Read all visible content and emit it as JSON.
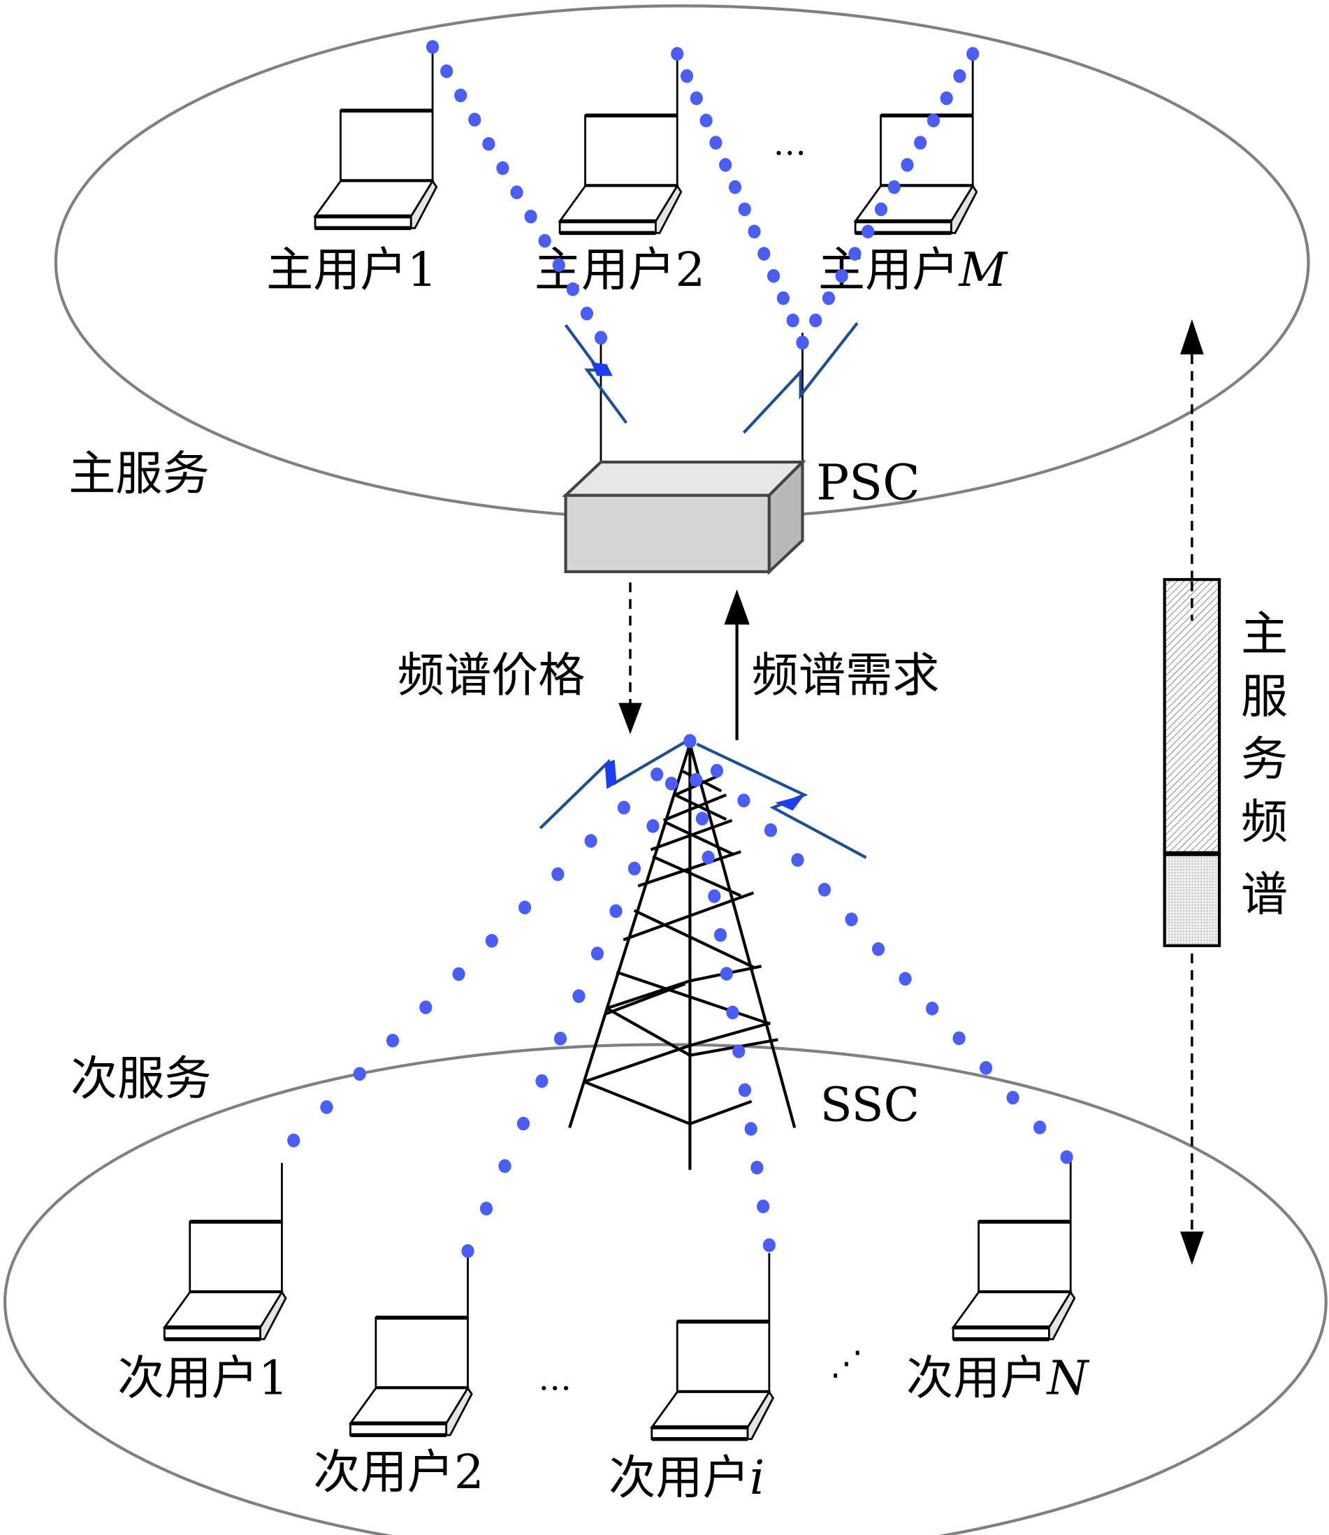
{
  "regions": {
    "primary_service": "主服务",
    "secondary_service": "次服务"
  },
  "primary_users": [
    {
      "prefix": "主用户",
      "index": "1",
      "italic": false
    },
    {
      "prefix": "主用户",
      "index": "2",
      "italic": false
    },
    {
      "prefix": "主用户",
      "index": "M",
      "italic": true
    }
  ],
  "secondary_users": [
    {
      "prefix": "次用户",
      "index": "1",
      "italic": false
    },
    {
      "prefix": "次用户",
      "index": "2",
      "italic": false
    },
    {
      "prefix": "次用户",
      "index": "i",
      "italic": true
    },
    {
      "prefix": "次用户",
      "index": "N",
      "italic": true
    }
  ],
  "ellipsis": "…",
  "nodes": {
    "psc": "PSC",
    "ssc": "SSC"
  },
  "flows": {
    "price": "频谱价格",
    "demand": "频谱需求"
  },
  "spectrum_bar": {
    "label_chars": [
      "主",
      "服",
      "务",
      "频",
      "谱"
    ]
  },
  "colors": {
    "dot": "#4a5ef5",
    "lightning": "#1f4f8f",
    "ellipse": "#808080"
  }
}
